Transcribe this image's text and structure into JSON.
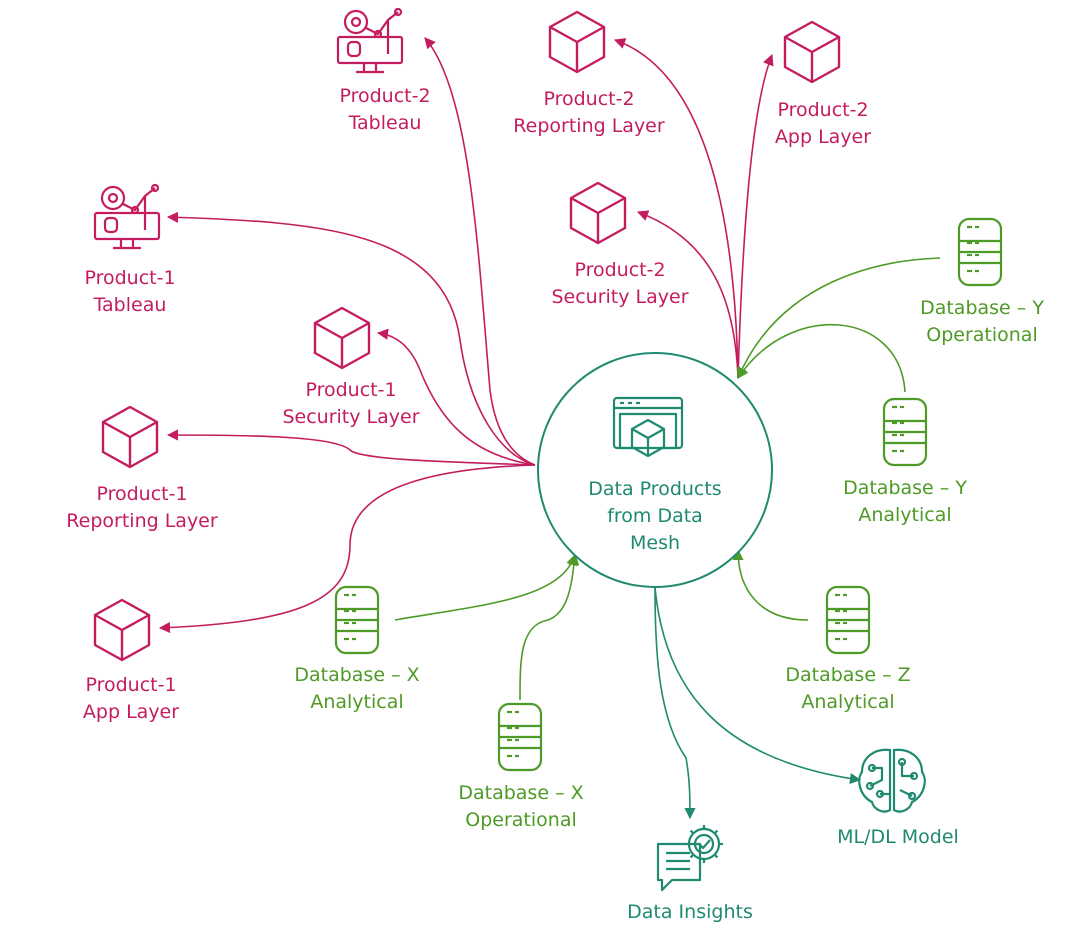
{
  "colors": {
    "product": "#c41d5f",
    "source": "#4e9a26",
    "output": "#1f8a6f",
    "hub": "#1f8a6f"
  },
  "hub": {
    "icon": "data-product-window-icon",
    "lines": [
      "Data Products",
      "from Data",
      "Mesh"
    ]
  },
  "consumers": [
    {
      "id": "p2-tableau",
      "icon": "analytics-dashboard-icon",
      "lines": [
        "Product-2",
        "Tableau"
      ]
    },
    {
      "id": "p2-reporting",
      "icon": "cube-icon",
      "lines": [
        "Product-2",
        "Reporting Layer"
      ]
    },
    {
      "id": "p2-app",
      "icon": "cube-icon",
      "lines": [
        "Product-2",
        "App Layer"
      ]
    },
    {
      "id": "p2-security",
      "icon": "cube-icon",
      "lines": [
        "Product-2",
        "Security Layer"
      ]
    },
    {
      "id": "p1-tableau",
      "icon": "analytics-dashboard-icon",
      "lines": [
        "Product-1",
        "Tableau"
      ]
    },
    {
      "id": "p1-security",
      "icon": "cube-icon",
      "lines": [
        "Product-1",
        "Security Layer"
      ]
    },
    {
      "id": "p1-reporting",
      "icon": "cube-icon",
      "lines": [
        "Product-1",
        "Reporting Layer"
      ]
    },
    {
      "id": "p1-app",
      "icon": "cube-icon",
      "lines": [
        "Product-1",
        "App Layer"
      ]
    }
  ],
  "sources": [
    {
      "id": "db-y-operational",
      "icon": "database-icon",
      "lines": [
        "Database – Y",
        "Operational"
      ]
    },
    {
      "id": "db-y-analytical",
      "icon": "database-icon",
      "lines": [
        "Database – Y",
        "Analytical"
      ]
    },
    {
      "id": "db-x-analytical",
      "icon": "database-icon",
      "lines": [
        "Database – X",
        "Analytical"
      ]
    },
    {
      "id": "db-z-analytical",
      "icon": "database-icon",
      "lines": [
        "Database – Z",
        "Analytical"
      ]
    },
    {
      "id": "db-x-operational",
      "icon": "database-icon",
      "lines": [
        "Database – X",
        "Operational"
      ]
    }
  ],
  "outputs": [
    {
      "id": "data-insights",
      "icon": "insights-report-icon",
      "lines": [
        "Data Insights"
      ]
    },
    {
      "id": "ml-dl-model",
      "icon": "brain-circuit-icon",
      "lines": [
        "ML/DL Model"
      ]
    }
  ]
}
